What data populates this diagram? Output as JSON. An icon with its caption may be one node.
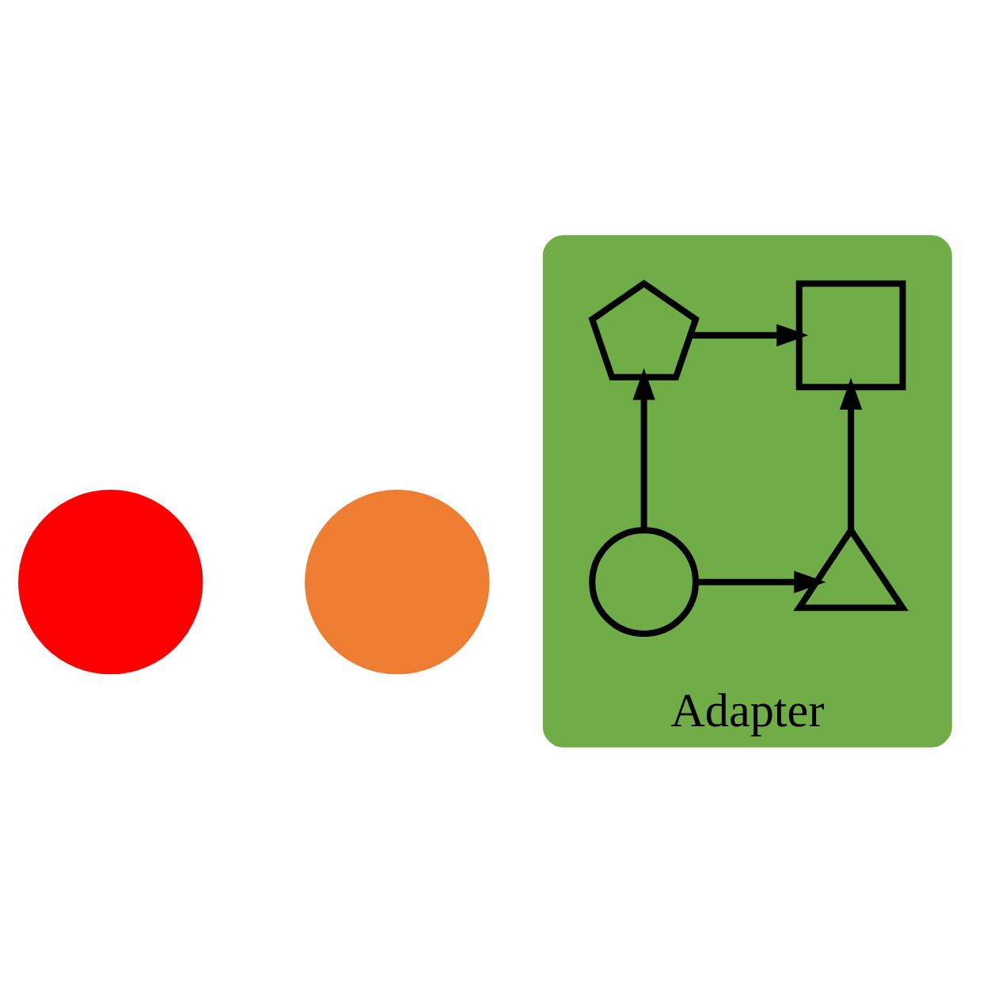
{
  "diagram": {
    "nodes": [
      {
        "text": [],
        "shape": "circle"
      },
      {
        "text": [],
        "shape": "circle"
      },
      {
        "text": [
          "Adapter"
        ]
      },
      {
        "text": [],
        "shape": "box",
        "in": 2
      },
      {
        "text": [],
        "shape": "pentagon",
        "in": 2
      },
      {
        "text": [],
        "shape": "triangle",
        "in": 2
      },
      {
        "text": [],
        "shape": "circle",
        "in": 2
      }
    ],
    "edges": [
      {
        "from": 4,
        "to": 3,
        "arrow": "to"
      },
      {
        "from": 5,
        "to": 3,
        "arrow": "to"
      },
      {
        "from": 6,
        "to": 4,
        "arrow": "to"
      },
      {
        "from": 6,
        "to": 5,
        "arrow": "to"
      }
    ]
  }
}
